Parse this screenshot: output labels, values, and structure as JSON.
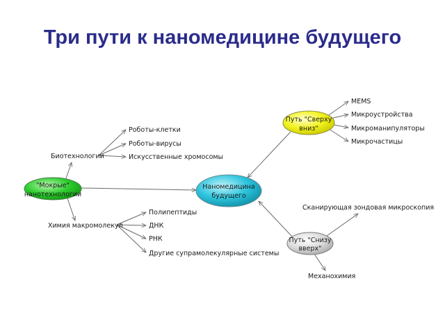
{
  "title": "Три пути к наномедицине будущего",
  "nodes": {
    "center": [
      "Наномедицина",
      "будущего"
    ],
    "wet": [
      "\"Мокрые\"",
      "нанотехнологии"
    ],
    "top_down": [
      "Путь \"Сверху",
      "вниз\""
    ],
    "bottom_up": [
      "Путь \"Снизу",
      "вверх\""
    ]
  },
  "labels": {
    "biotech": "Биотехнологии",
    "biotech_children": [
      "Роботы-клетки",
      "Роботы-вирусы",
      "Искусственные хромосомы"
    ],
    "chem": "Химия макромолекул",
    "chem_children": [
      "Полипептиды",
      "ДНК",
      "РНК",
      "Другие супрамолекулярные системы"
    ],
    "top_down_children": [
      "MEMS",
      "Микроустройства",
      "Микроманипуляторы",
      "Микрочастицы"
    ],
    "bottom_up_children": [
      "Сканирующая зондовая микроскопия",
      "Механохимия"
    ]
  },
  "colors": {
    "title": "#2b2b8c",
    "center": "#2ec4dd",
    "wet": "#2ecc2e",
    "top_down": "#f2f21e",
    "bottom_up": "#d8d8d8",
    "edge": "#6a6a6a"
  }
}
